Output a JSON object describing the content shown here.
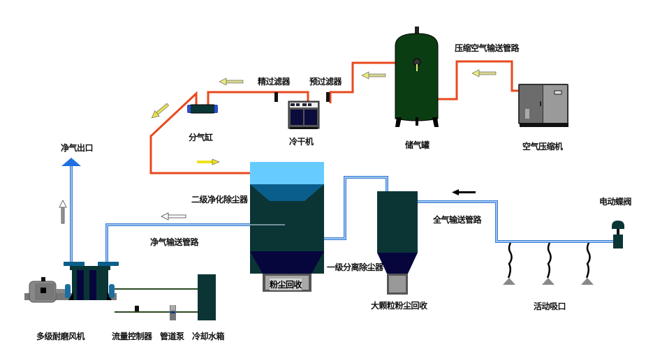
{
  "title": "Dust removal and air purification process flow diagram",
  "colors": {
    "compressed_air_pipe": "#e8491d",
    "clean_air_pipe": "#3a7fd5",
    "tank_green": "#0b3d12",
    "dark_teal": "#0b3535",
    "navy": "#06063d",
    "light_blue": "#66ccff",
    "mid_blue": "#0a5e8c",
    "arrow_yellow": "#f0e020",
    "arrow_khaki": "#d8d890",
    "water_pipe": "#2a4a22",
    "machine_gray": "#777777"
  },
  "labels": {
    "compressed_air_pipeline": "压缩空气输送管路",
    "air_compressor": "空气压缩机",
    "air_tank": "储气罐",
    "pre_filter": "预过滤器",
    "fine_filter": "精过滤器",
    "dryer": "冷干机",
    "manifold": "分气缸",
    "clean_air_outlet": "净气出口",
    "secondary_purifier": "二级净化除尘器",
    "clean_air_pipeline": "净气输送管路",
    "primary_separator": "一级分离除尘器",
    "dust_recovery": "粉尘回收",
    "large_particle_recovery": "大颗粒粉尘回收",
    "full_air_pipeline": "全气输送管路",
    "electric_butterfly_valve": "电动蝶阀",
    "movable_suction_ports": "活动吸口",
    "multistage_fan": "多级耐磨风机",
    "flow_controller": "流量控制器",
    "pipeline_pump": "管道泵",
    "cooling_water_tank": "冷却水箱"
  }
}
